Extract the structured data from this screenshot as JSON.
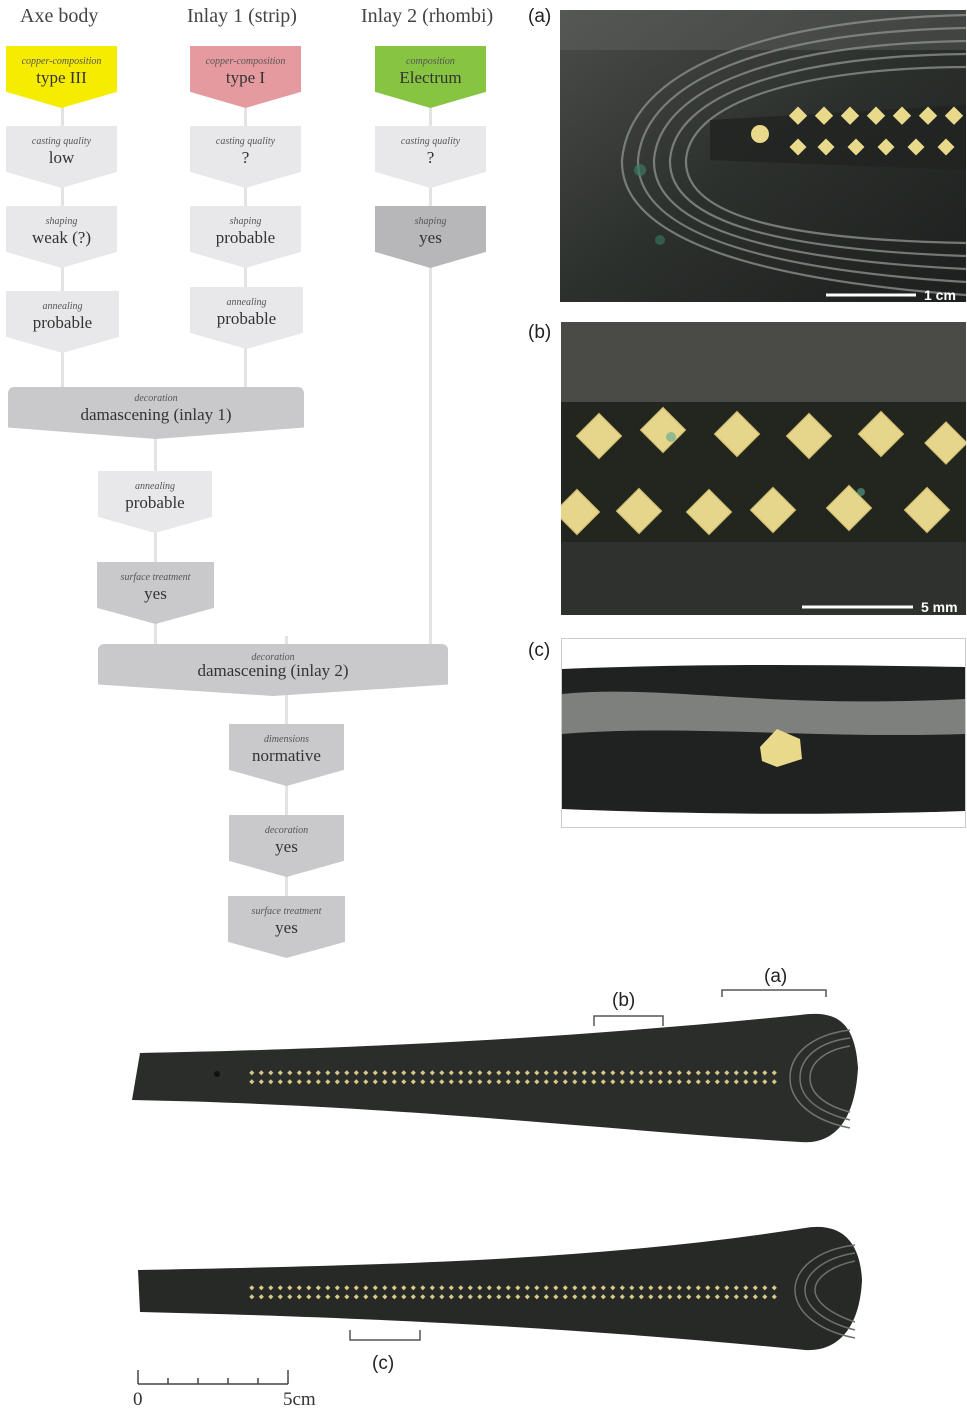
{
  "columns": {
    "axe_body": "Axe body",
    "inlay1": "Inlay 1 (strip)",
    "inlay2": "Inlay 2 (rhombi)"
  },
  "axe": {
    "composition": {
      "label": "copper-composition",
      "value": "type III"
    },
    "casting": {
      "label": "casting quality",
      "value": "low"
    },
    "shaping": {
      "label": "shaping",
      "value": "weak (?)"
    },
    "annealing": {
      "label": "annealing",
      "value": "probable"
    }
  },
  "inlay1": {
    "composition": {
      "label": "copper-composition",
      "value": "type I"
    },
    "casting": {
      "label": "casting quality",
      "value": "?"
    },
    "shaping": {
      "label": "shaping",
      "value": "probable"
    },
    "annealing": {
      "label": "annealing",
      "value": "probable"
    }
  },
  "inlay2": {
    "composition": {
      "label": "composition",
      "value": "Electrum"
    },
    "casting": {
      "label": "casting quality",
      "value": "?"
    },
    "shaping": {
      "label": "shaping",
      "value": "yes"
    }
  },
  "deco1": {
    "label": "decoration",
    "value": "damascening (inlay 1)"
  },
  "mid_annealing": {
    "label": "annealing",
    "value": "probable"
  },
  "mid_surface": {
    "label": "surface treatment",
    "value": "yes"
  },
  "deco2": {
    "label": "decoration",
    "value": "damascening (inlay 2)"
  },
  "final": {
    "dimensions": {
      "label": "dimensions",
      "value": "normative"
    },
    "decoration": {
      "label": "decoration",
      "value": "yes"
    },
    "surface": {
      "label": "surface treatment",
      "value": "yes"
    }
  },
  "photos": {
    "a": {
      "label": "(a)",
      "scale": "1 cm"
    },
    "b": {
      "label": "(b)",
      "scale": "5 mm"
    },
    "c": {
      "label": "(c)"
    }
  },
  "axes_view": {
    "bracket_a": "(a)",
    "bracket_b": "(b)",
    "bracket_c": "(c)",
    "scale_start": "0",
    "scale_end": "5cm"
  },
  "colors": {
    "yellow": "#f6ec00",
    "pink": "#e59aa0",
    "green": "#86c441",
    "gold_inlay": "#e9d98a"
  }
}
